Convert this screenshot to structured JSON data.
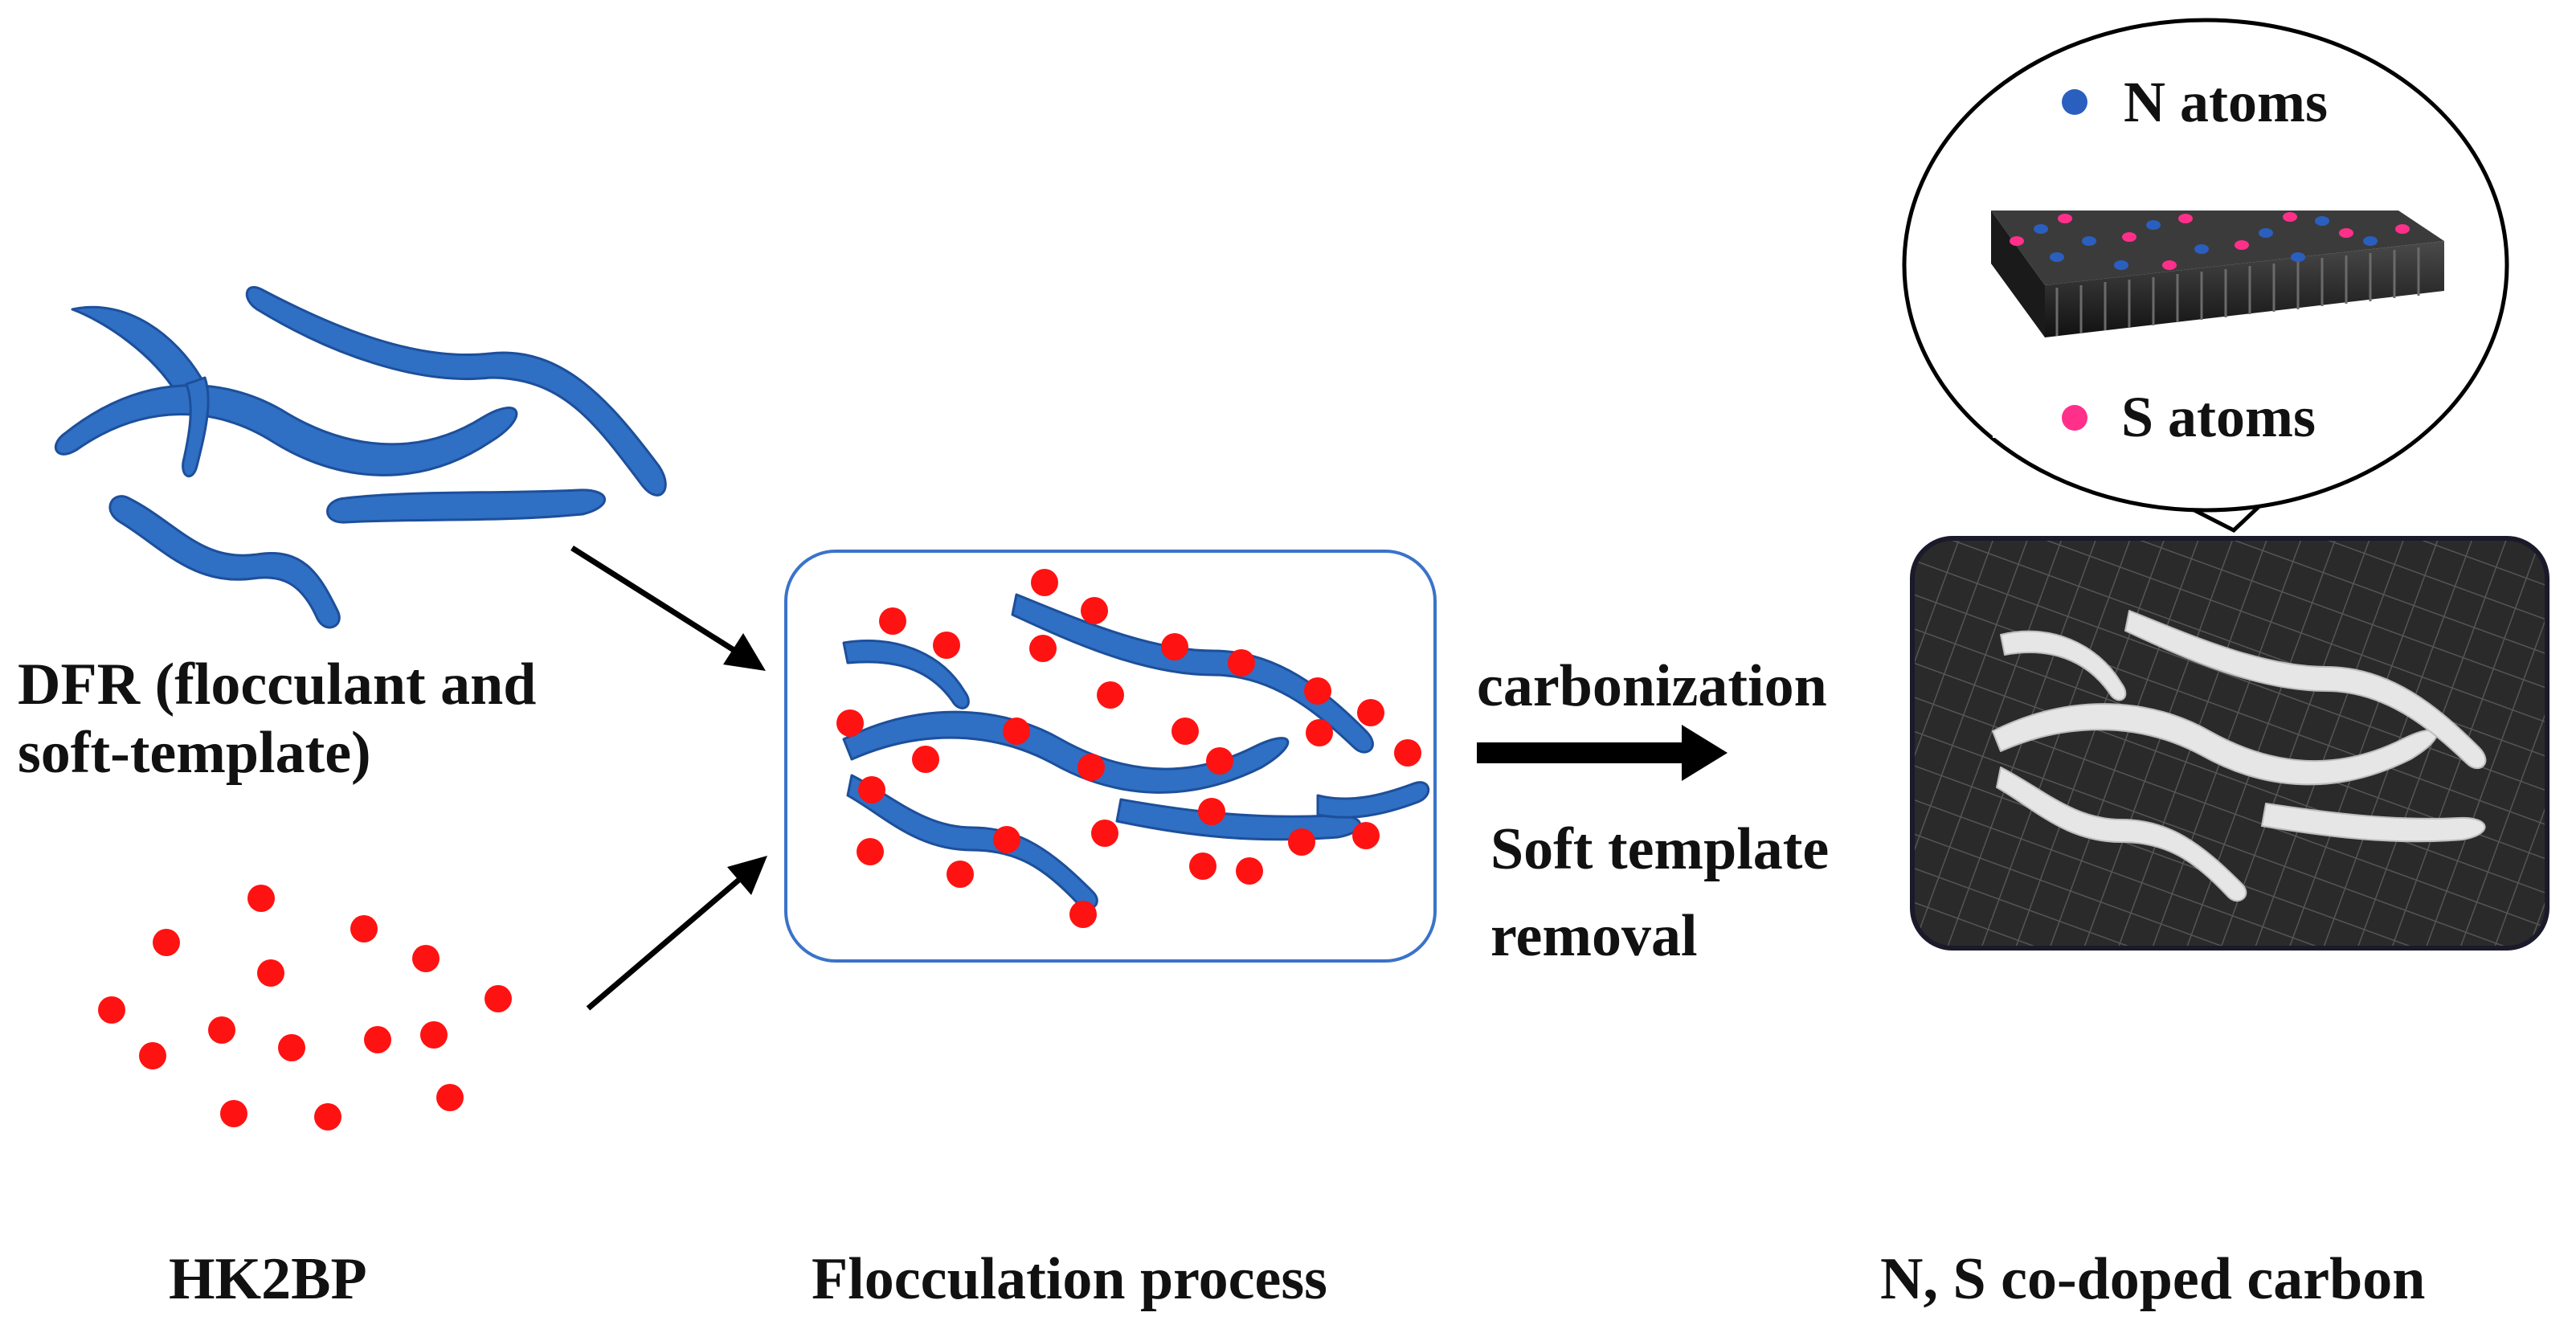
{
  "labels": {
    "dfr_line1": "DFR (flocculant and",
    "dfr_line2": "soft-template)",
    "hk2bp": "HK2BP",
    "flocculation": "Flocculation process",
    "carbonization": "carbonization",
    "removal_line1": "Soft template",
    "removal_line2": "removal",
    "product": "N, S co-doped carbon"
  },
  "legend": {
    "n_atoms": "N atoms",
    "s_atoms": "S  atoms"
  },
  "colors": {
    "fiber_blue": "#2f6fc4",
    "fiber_edge": "#1d4f9a",
    "particle_red": "#ff1212",
    "n_atom_blue": "#2a5fbf",
    "s_atom_pink": "#ff2f8a",
    "carbon_dark": "#2b2b2b",
    "carbon_fiber": "#e6e6e6",
    "box_border": "#3a73c9",
    "arrow": "#000000"
  }
}
